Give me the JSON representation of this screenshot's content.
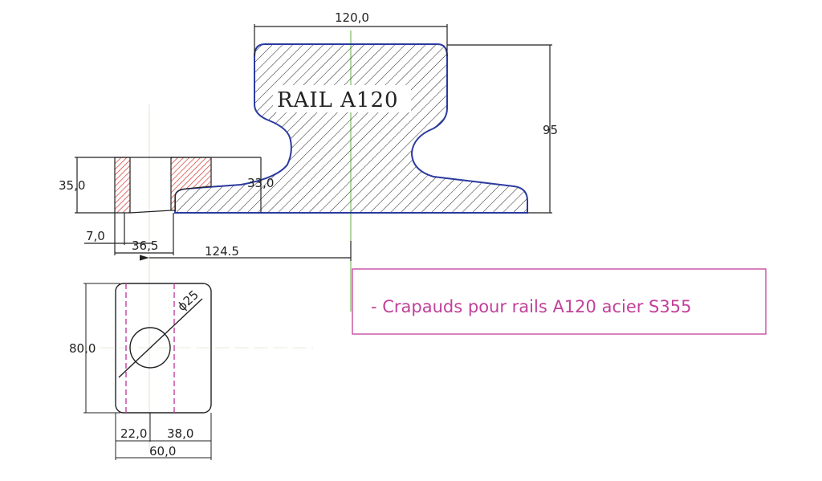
{
  "drawing": {
    "rail_label": "RAIL  A120",
    "note": "- Crapauds pour rails A120 acier S355",
    "dimensions": {
      "rail_width": "120,0",
      "rail_height": "95",
      "clamp_height": "35,0",
      "foot_overlap": "33,0",
      "offset_small": "7,0",
      "clamp_length": "36,5",
      "axis_distance": "124.5",
      "hole_diameter": "ϕ25",
      "plate_height": "80,0",
      "plate_left": "22,0",
      "plate_right": "38,0",
      "plate_width": "60,0"
    },
    "colors": {
      "rail_outline": "#2a3aa0",
      "clamp_hatch": "#d0372f",
      "note": "#c2409a",
      "axis": "#5fb040"
    }
  }
}
